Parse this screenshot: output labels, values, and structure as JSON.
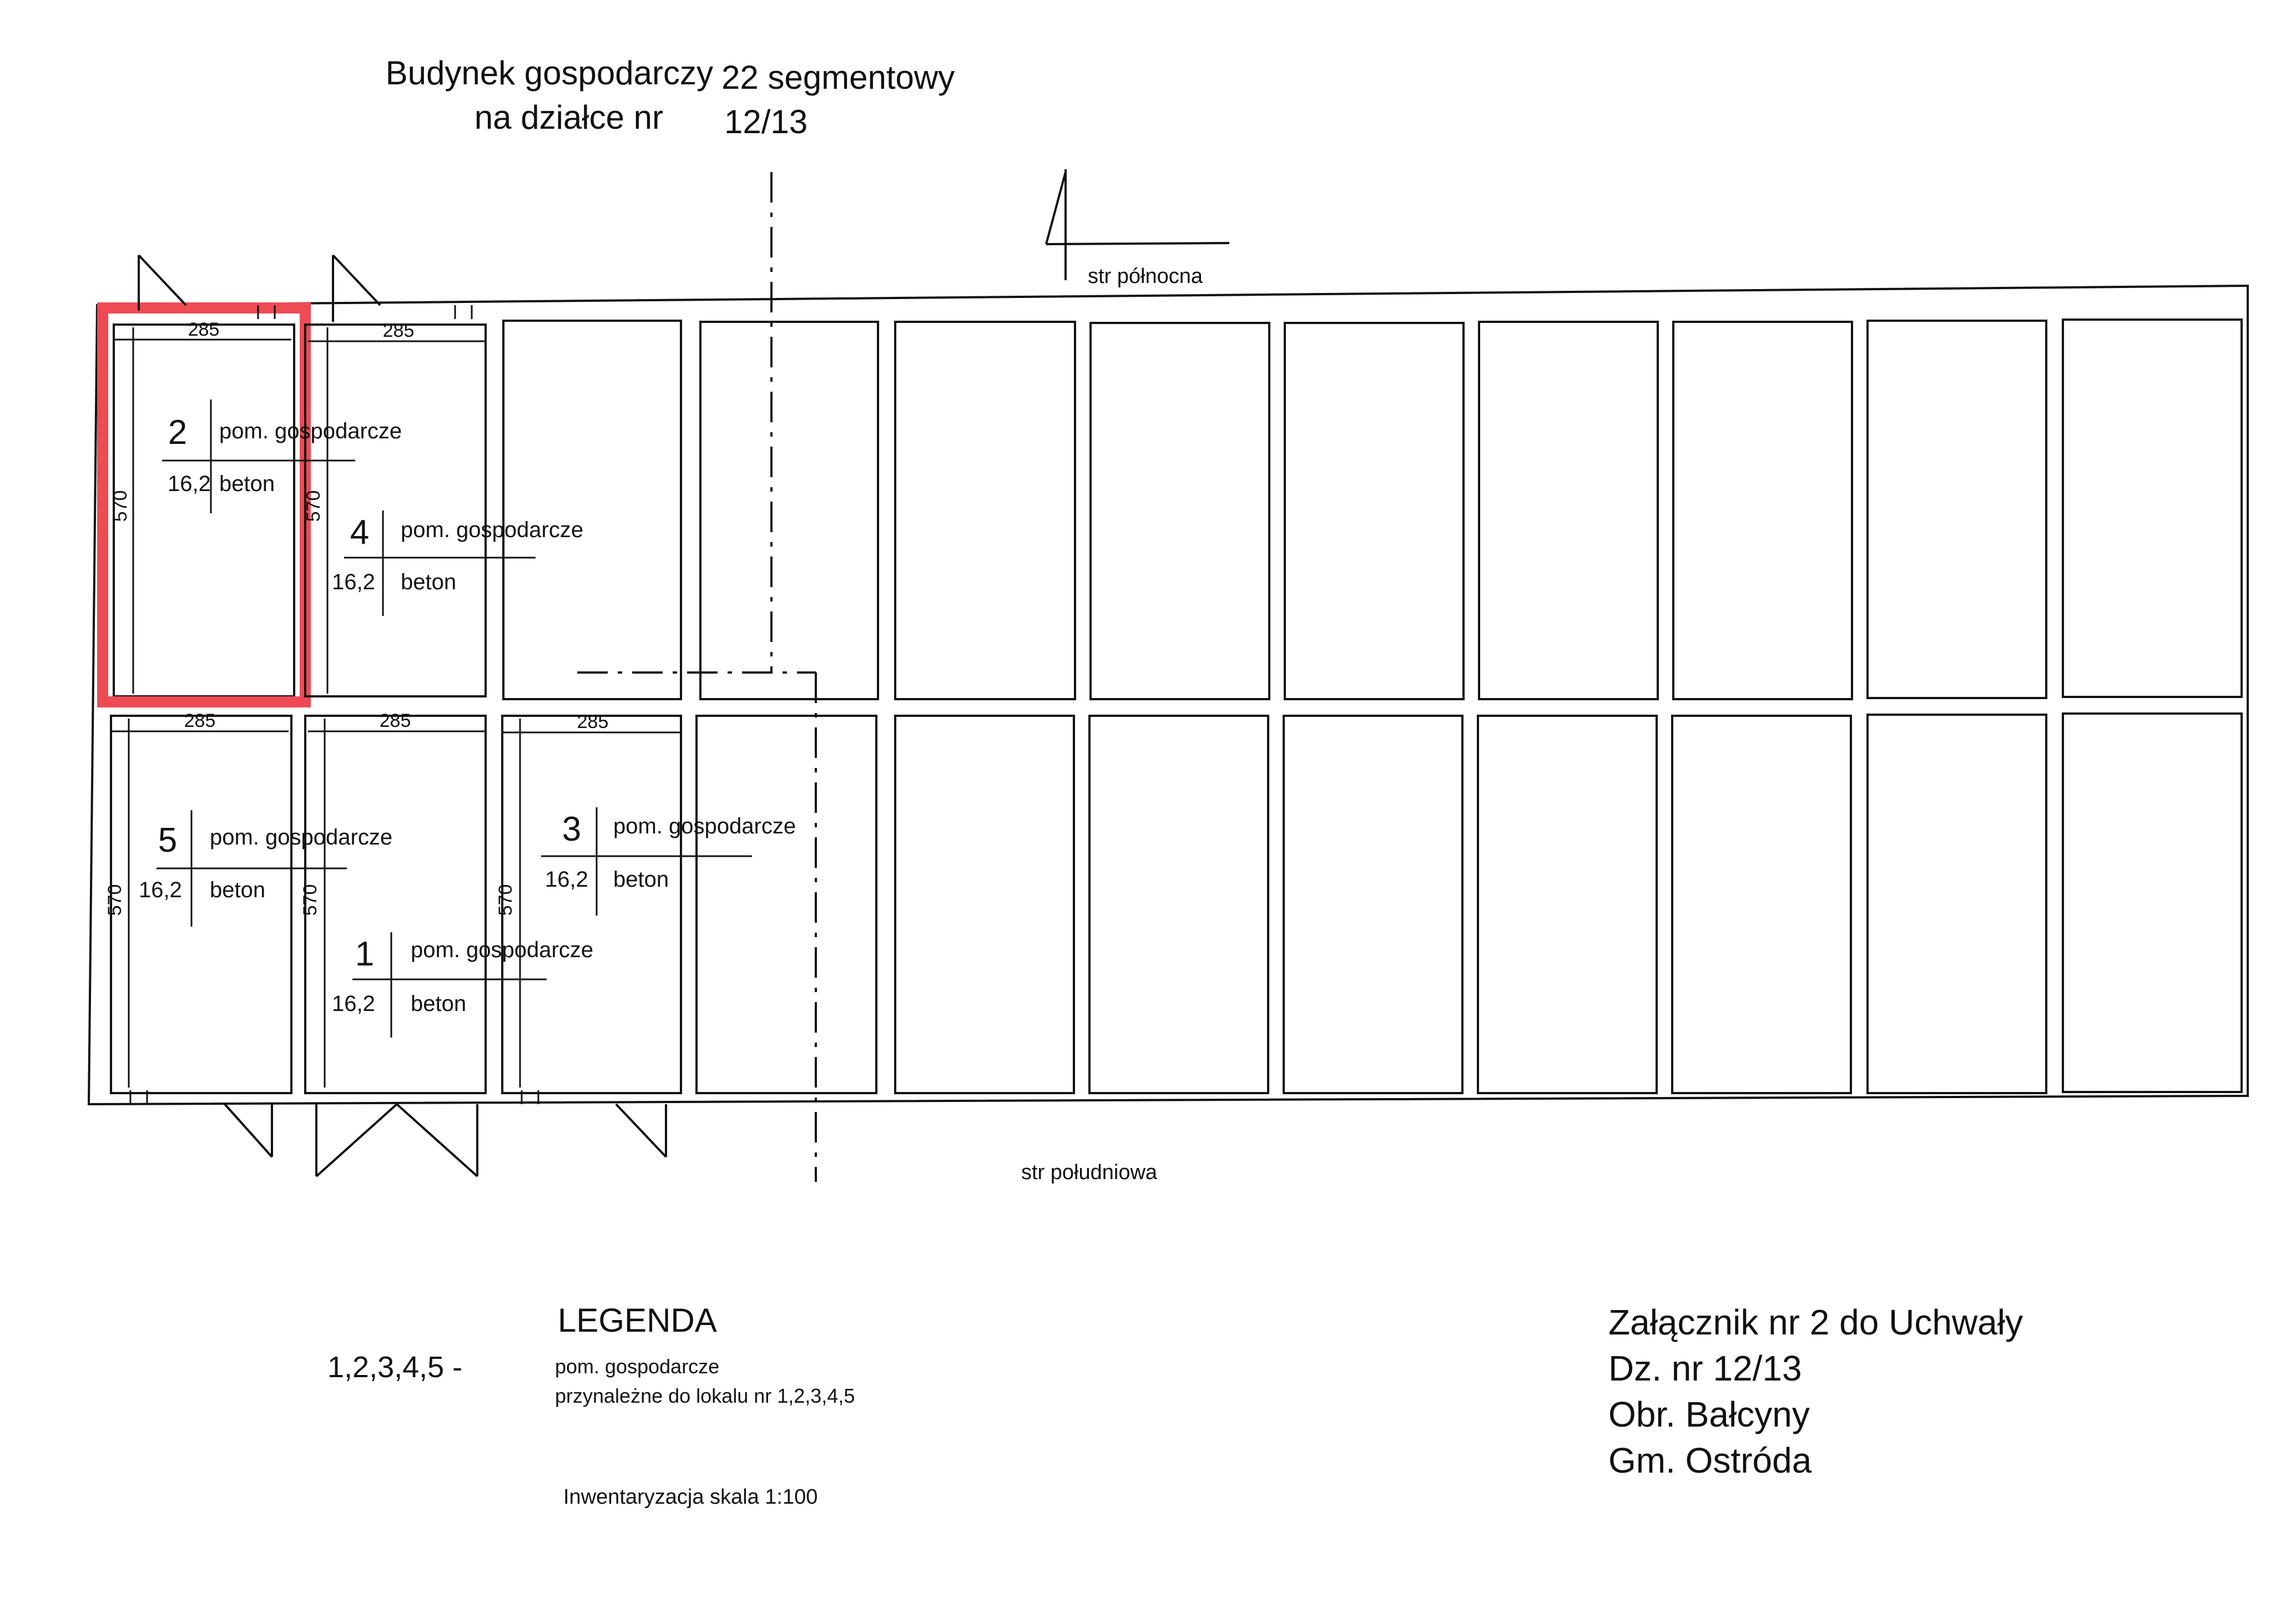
{
  "title": {
    "line1_left": "Budynek gospodarczy",
    "line1_right": "22 segmentowy",
    "line2_left": "na działce nr",
    "line2_right": "12/13"
  },
  "orientation": {
    "north": "str północna",
    "south": "str południowa"
  },
  "rooms": [
    {
      "number": "2",
      "name": "pom. gospodarcze",
      "area": "16,2",
      "floor": "beton",
      "width": "285",
      "length": "570"
    },
    {
      "number": "4",
      "name": "pom. gospodarcze",
      "area": "16,2",
      "floor": "beton",
      "width": "285",
      "length": "570"
    },
    {
      "number": "5",
      "name": "pom. gospodarcze",
      "area": "16,2",
      "floor": "beton",
      "width": "285",
      "length": "570"
    },
    {
      "number": "1",
      "name": "pom. gospodarcze",
      "area": "16,2",
      "floor": "beton",
      "width": "285",
      "length": "570"
    },
    {
      "number": "3",
      "name": "pom. gospodarcze",
      "area": "16,2",
      "floor": "beton",
      "width": "285",
      "length": "570"
    }
  ],
  "highlight_color": "#ee4b55",
  "legend": {
    "heading": "LEGENDA",
    "key": "1,2,3,4,5 -",
    "desc_line1": "pom. gospodarcze",
    "desc_line2": "przynależne do lokalu nr 1,2,3,4,5",
    "scale": "Inwentaryzacja skala 1:100"
  },
  "annex": {
    "line1": "Załącznik nr 2 do Uchwały",
    "line2": "Dz. nr 12/13",
    "line3": "Obr. Bałcyny",
    "line4": "Gm. Ostróda"
  }
}
